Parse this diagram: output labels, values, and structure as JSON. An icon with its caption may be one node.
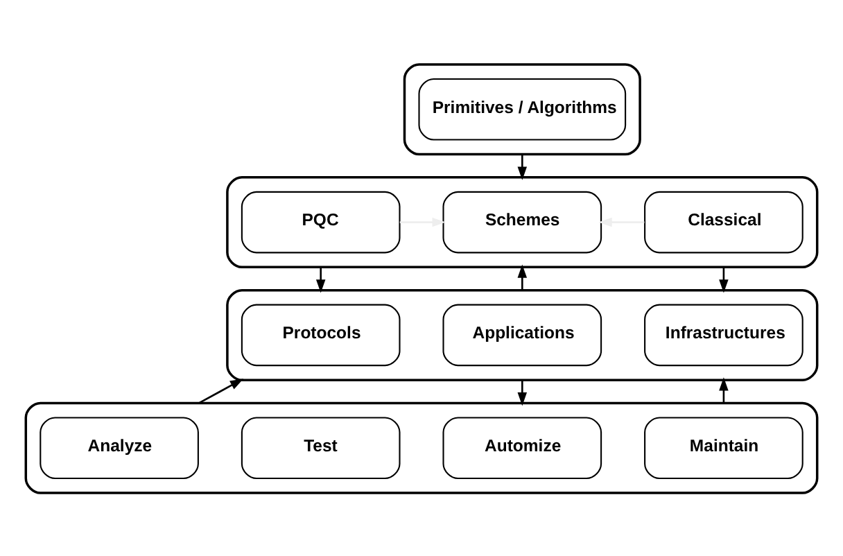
{
  "diagram": {
    "nodes": [
      {
        "text": [],
        "shape": "box"
      },
      {
        "text": [
          "Primitives / Algorithms"
        ],
        "in": 0
      },
      {
        "text": [],
        "shape": "box"
      },
      {
        "text": [
          "PQC"
        ],
        "in": 2
      },
      {
        "text": [
          "Schemes"
        ],
        "in": 2
      },
      {
        "text": [
          "Classical"
        ],
        "in": 2
      },
      {
        "text": [],
        "shape": "box"
      },
      {
        "text": [
          "Protocols"
        ],
        "in": 6
      },
      {
        "text": [
          "Applications"
        ],
        "in": 6
      },
      {
        "text": [
          "Infrastructures"
        ],
        "in": 6
      },
      {
        "text": [],
        "shape": "box"
      },
      {
        "text": [
          "Analyze"
        ],
        "in": 10
      },
      {
        "text": [
          "Automize"
        ],
        "in": 10
      },
      {
        "text": [
          "Test"
        ],
        "in": 10
      },
      {
        "text": [
          "Maintain"
        ],
        "in": 10
      }
    ],
    "edges": [
      {
        "from": 0,
        "to": 2,
        "arrow": "to"
      },
      {
        "from": 3,
        "to": 4,
        "arrow": "to",
        "color": "#eeeeee"
      },
      {
        "from": 5,
        "to": 4,
        "arrow": "to",
        "color": "#eeeeee"
      },
      {
        "from": 2,
        "to": 6,
        "arrow": "to"
      },
      {
        "from": 6,
        "to": 2,
        "arrow": "to"
      },
      {
        "from": 2,
        "to": 6,
        "arrow": "to"
      },
      {
        "from": 10,
        "to": 6,
        "arrow": "to"
      },
      {
        "from": 6,
        "to": 10,
        "arrow": "to"
      },
      {
        "from": 10,
        "to": 6,
        "arrow": "to"
      }
    ]
  }
}
